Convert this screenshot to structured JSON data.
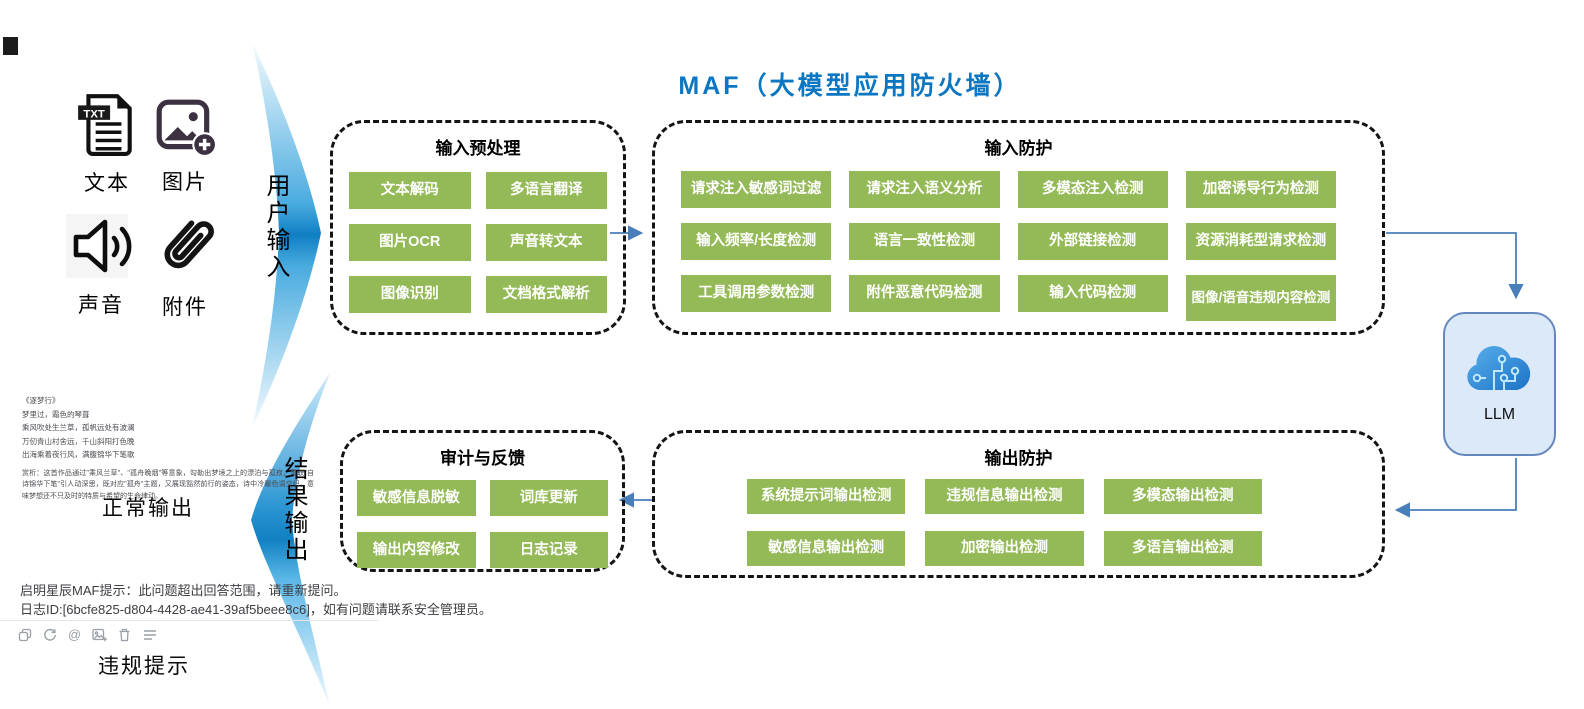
{
  "title": "MAF（大模型应用防火墙）",
  "colors": {
    "chip_green": "#94ba58",
    "title_blue": "#0b76c2",
    "connector_blue": "#4a7ebb",
    "llm_fill": "#dbe9f8",
    "llm_border": "#6488bd"
  },
  "input_sources": {
    "text": {
      "icon": "txt-file-icon",
      "label": "文本"
    },
    "image": {
      "icon": "image-add-icon",
      "label": "图片"
    },
    "audio": {
      "icon": "speaker-icon",
      "label": "声音"
    },
    "attach": {
      "icon": "paperclip-icon",
      "label": "附件"
    }
  },
  "flow": {
    "user_input": "用户输入",
    "result_output": "结果输出"
  },
  "preprocess": {
    "title": "输入预处理",
    "buttons": [
      "文本解码",
      "多语言翻译",
      "图片OCR",
      "声音转文本",
      "图像识别",
      "文档格式解析"
    ]
  },
  "input_protection": {
    "title": "输入防护",
    "buttons": [
      "请求注入敏感词过滤",
      "请求注入语义分析",
      "多模态注入检测",
      "加密诱导行为检测",
      "输入频率/长度检测",
      "语言一致性检测",
      "外部链接检测",
      "资源消耗型请求检测",
      "工具调用参数检测",
      "附件恶意代码检测",
      "输入代码检测",
      "图像/语音违规内容检测"
    ]
  },
  "audit": {
    "title": "审计与反馈",
    "buttons": [
      "敏感信息脱敏",
      "词库更新",
      "输出内容修改",
      "日志记录"
    ]
  },
  "output_protection": {
    "title": "输出防护",
    "buttons": [
      "系统提示词输出检测",
      "违规信息输出检测",
      "多模态输出检测",
      "敏感信息输出检测",
      "加密输出检测",
      "多语言输出检测"
    ]
  },
  "llm": {
    "label": "LLM",
    "icon": "cloud-circuit-icon"
  },
  "normal_output": {
    "poem_title": "《逐梦行》",
    "poem_lines": [
      "梦里过，霜色的琴葺",
      "乘风吹处生兰草，孤帆远处有波澜",
      "万仞青山村舍远，千山斜阳打色晚",
      "出海乘着夜行风，满腹锦华下笔歌"
    ],
    "analysis": "赏析：这首作品通过\"乘风兰草\"、\"孤舟晚烟\"等意象，勾勒出梦境之上的漂泊与孤寂，尾联\"自诗锦华下笔\"引人动深思，既对应\"孤舟\"主题，又展现豁然前行的姿态，诗中冷暖色调交织，意味梦想还不只及时的特质与希望的生命律动。",
    "caption": "正常输出"
  },
  "violation": {
    "line1": "启明星辰MAF提示：此问题超出回答范围，请重新提问。",
    "line2": "日志ID:[6bcfe825-d804-4428-ae41-39af5beee8c6]，如有问题请联系安全管理员。",
    "toolbar_icons": [
      "copy-icon",
      "refresh-icon",
      "mention-icon",
      "insert-image-icon",
      "delete-icon",
      "menu-icon"
    ],
    "caption": "违规提示"
  }
}
